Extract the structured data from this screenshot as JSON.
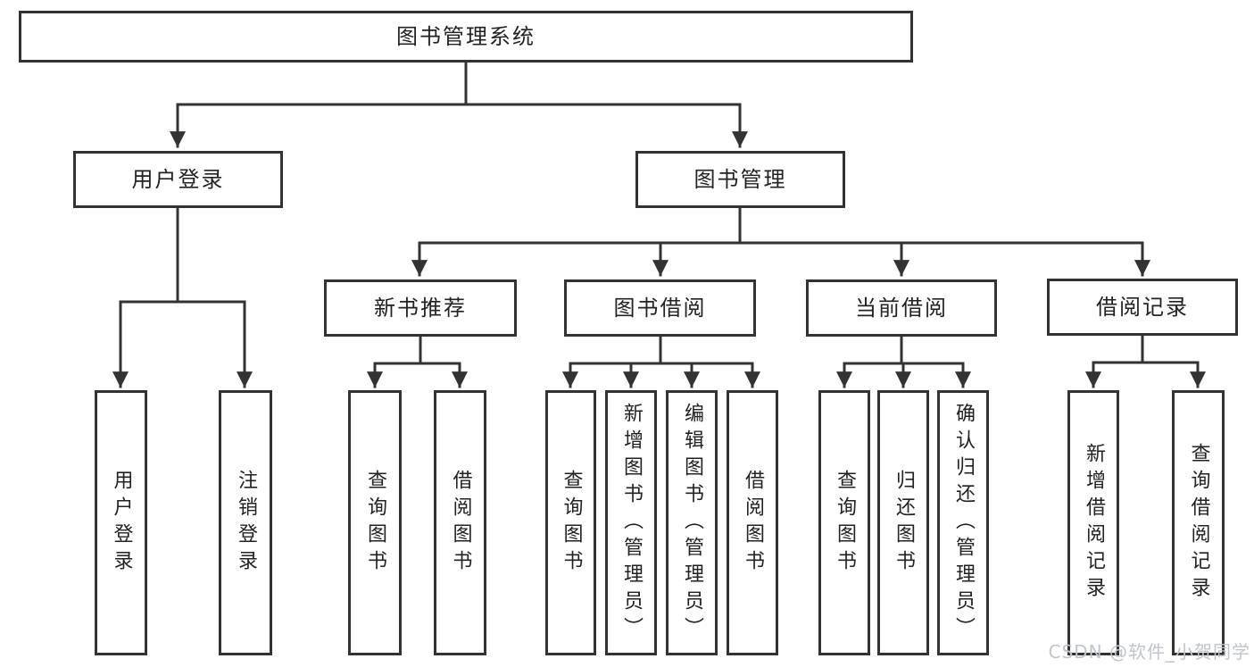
{
  "diagram": {
    "root": {
      "label": "图书管理系统"
    },
    "level2": [
      {
        "label": "用户登录"
      },
      {
        "label": "图书管理"
      }
    ],
    "login_children": [
      {
        "label": "用户登录"
      },
      {
        "label": "注销登录"
      }
    ],
    "level3": [
      {
        "label": "新书推荐",
        "children": [
          {
            "label": "查询图书"
          },
          {
            "label": "借阅图书"
          }
        ]
      },
      {
        "label": "图书借阅",
        "children": [
          {
            "label": "查询图书"
          },
          {
            "label": "新增图书（管理员）"
          },
          {
            "label": "编辑图书（管理员）"
          },
          {
            "label": "借阅图书"
          }
        ]
      },
      {
        "label": "当前借阅",
        "children": [
          {
            "label": "查询图书"
          },
          {
            "label": "归还图书"
          },
          {
            "label": "确认归还（管理员）"
          }
        ]
      },
      {
        "label": "借阅记录",
        "children": [
          {
            "label": "新增借阅记录"
          },
          {
            "label": "查询借阅记录"
          }
        ]
      }
    ]
  },
  "watermark": {
    "text": "CSDN @软件_小贺同学"
  },
  "colors": {
    "line": "#333333",
    "text": "#222222",
    "background": "#ffffff",
    "watermark": "#bfc5cc"
  }
}
